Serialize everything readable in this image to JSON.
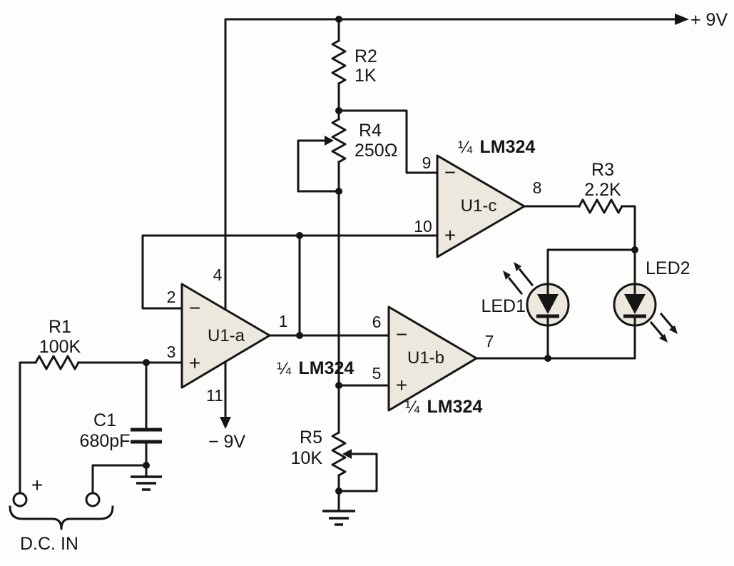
{
  "power": {
    "vplus": "+ 9V",
    "vminus": "− 9V"
  },
  "resistors": {
    "r1": {
      "name": "R1",
      "value": "100K"
    },
    "r2": {
      "name": "R2",
      "value": "1K"
    },
    "r3": {
      "name": "R3",
      "value": "2.2K"
    },
    "r4": {
      "name": "R4",
      "value": "250Ω"
    },
    "r5": {
      "name": "R5",
      "value": "10K"
    }
  },
  "capacitors": {
    "c1": {
      "name": "C1",
      "value": "680pF"
    }
  },
  "leds": {
    "led1": {
      "label": "LED1"
    },
    "led2": {
      "label": "LED2"
    }
  },
  "opamps": {
    "u1a": {
      "name": "U1-a",
      "fraction": "¼",
      "part": "LM324",
      "minus": "−",
      "plus": "+",
      "pins": {
        "inverting": "2",
        "noninverting": "3",
        "output": "1",
        "v_plus": "4",
        "v_minus": "11"
      }
    },
    "u1b": {
      "name": "U1-b",
      "fraction": "¼",
      "part": "LM324",
      "minus": "−",
      "plus": "+",
      "pins": {
        "inverting": "6",
        "noninverting": "5",
        "output": "7"
      }
    },
    "u1c": {
      "name": "U1-c",
      "fraction": "¼",
      "part": "LM324",
      "minus": "−",
      "plus": "+",
      "pins": {
        "inverting": "9",
        "noninverting": "10",
        "output": "8"
      }
    }
  },
  "dc_input": {
    "polarity": "+",
    "label": "D.C. IN"
  }
}
